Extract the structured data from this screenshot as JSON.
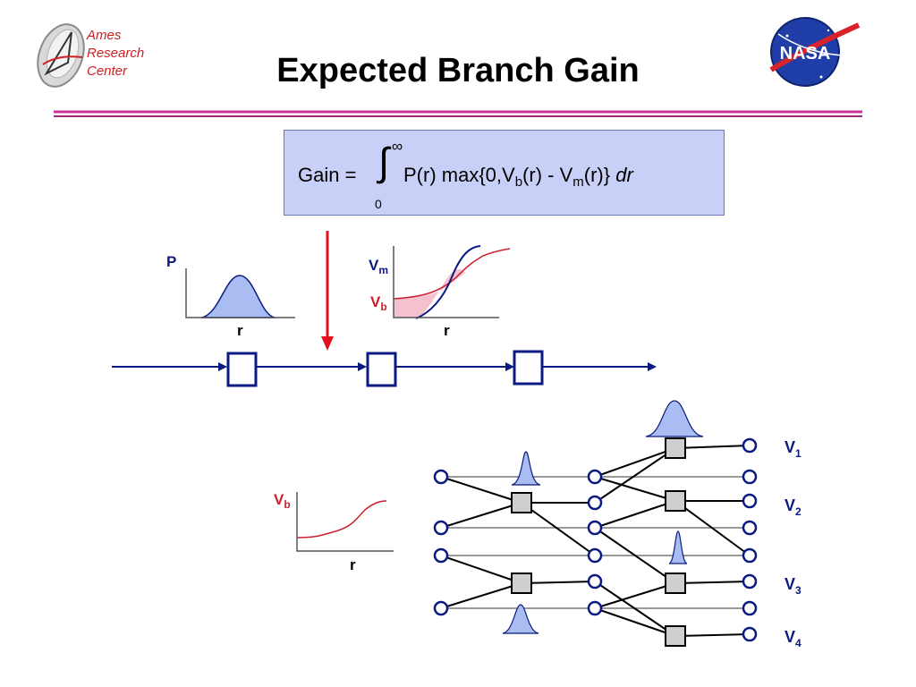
{
  "header": {
    "logo_lines": [
      "Ames",
      "Research",
      "Center"
    ],
    "title": "Expected Branch Gain",
    "nasa_logo": "NASA"
  },
  "formula": {
    "lhs": "Gain =",
    "upper_limit": "∞",
    "lower_limit": "0",
    "body_prefix": "P(r) max{0,V",
    "sub_b": "b",
    "body_mid": "(r) - V",
    "sub_m": "m",
    "body_suffix": "(r)}",
    "differential": "dr"
  },
  "plots": {
    "p_plot": {
      "ylabel": "P",
      "xlabel": "r"
    },
    "v_plot": {
      "ylabel_m": "V",
      "ylabel_m_sub": "m",
      "ylabel_b": "V",
      "ylabel_b_sub": "b",
      "xlabel": "r"
    },
    "vb_plot": {
      "ylabel": "V",
      "ylabel_sub": "b",
      "xlabel": "r"
    }
  },
  "network": {
    "outputs": [
      {
        "label": "V",
        "sub": "1"
      },
      {
        "label": "V",
        "sub": "2"
      },
      {
        "label": "V",
        "sub": "3"
      },
      {
        "label": "V",
        "sub": "4"
      }
    ]
  },
  "colors": {
    "accent_red": "#cc1f2d",
    "navy": "#0a1a80",
    "formula_bg": "#c9d0f7",
    "divider_magenta": "#cc3399",
    "gaussian_fill": "#a9bdf2"
  }
}
